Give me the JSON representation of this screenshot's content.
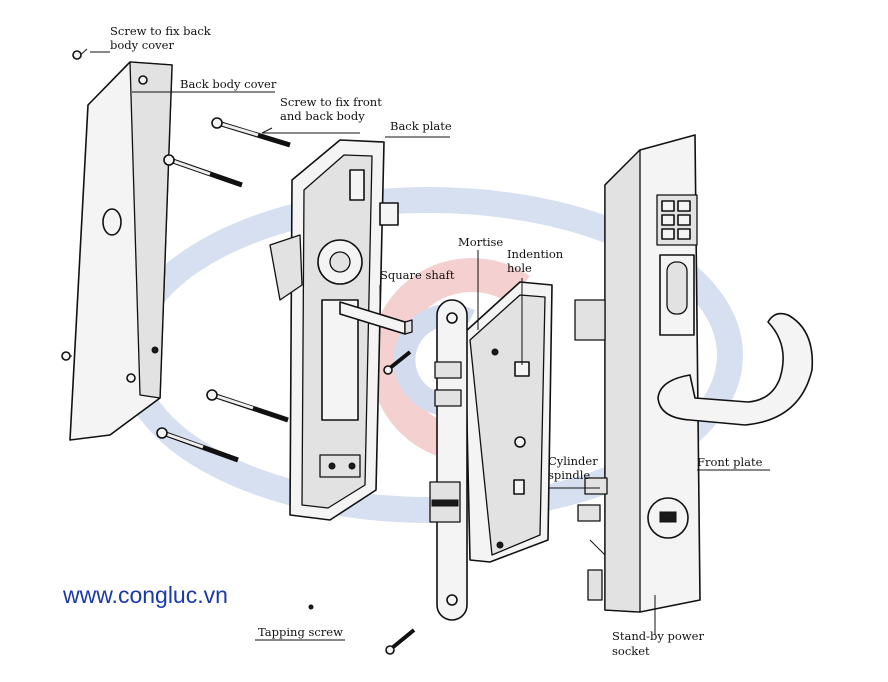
{
  "labels": {
    "screw_back_cover": [
      "Screw to fix back",
      "body cover"
    ],
    "back_body_cover": "Back body cover",
    "screw_front_back": [
      "Screw to fix front",
      "and back body"
    ],
    "back_plate": "Back plate",
    "mortise": "Mortise",
    "indention_hole": [
      "Indention",
      "hole"
    ],
    "square_shaft": "Square shaft",
    "cylinder_spindle": [
      "Cylinder",
      "spindle"
    ],
    "front_plate": "Front plate",
    "tapping_screw": "Tapping screw",
    "standby_power": [
      "Stand-by power",
      "socket"
    ]
  },
  "website": "www.congluc.vn",
  "colors": {
    "watermark_blue": "#c9d6ee",
    "watermark_red": "#f2c9c9",
    "website_text": "#1a3aa8"
  }
}
